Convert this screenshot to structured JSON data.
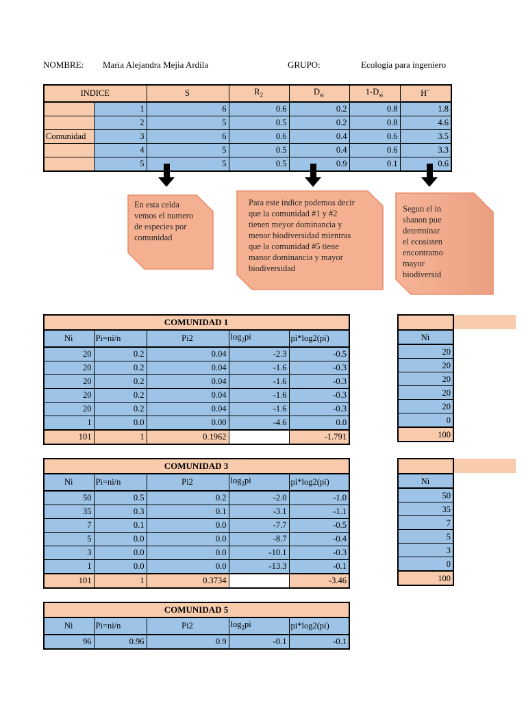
{
  "colors": {
    "peach": "#F8CBAD",
    "blue": "#9DC3E6",
    "callout_fill": "#F5B091",
    "callout_fill_dark": "#EC9F81",
    "callout_edge": "#E8906B",
    "arrow": "#000000"
  },
  "header": {
    "nombre_label": "NOMBRE:",
    "nombre_value": "Maria Alejandra Mejia Ardila",
    "grupo_label": "GRUPO:",
    "grupo_value": "Ecologia para ingeniero"
  },
  "indice": {
    "title": "INDICE",
    "cols": {
      "s": "S",
      "r_base": "R",
      "r_sub": "2",
      "d_base": "D",
      "d_sub": "si",
      "od_base": "1-D",
      "od_sub": "si",
      "h": "H´"
    },
    "row_label": "Comunidad",
    "rows": [
      {
        "n": "1",
        "s": "6",
        "r": "0.6",
        "d": "0.2",
        "od": "0.8",
        "h": "1.8"
      },
      {
        "n": "2",
        "s": "5",
        "r": "0.5",
        "d": "0.2",
        "od": "0.8",
        "h": "4.6"
      },
      {
        "n": "3",
        "s": "6",
        "r": "0.6",
        "d": "0.4",
        "od": "0.6",
        "h": "3.5"
      },
      {
        "n": "4",
        "s": "5",
        "r": "0.5",
        "d": "0.4",
        "od": "0.6",
        "h": "3.3"
      },
      {
        "n": "5",
        "s": "5",
        "r": "0.5",
        "d": "0.9",
        "od": "0.1",
        "h": "0.6"
      }
    ]
  },
  "callouts": [
    {
      "lines": [
        "En esta celda",
        "vemos el numero",
        "de especies por",
        "comunidad"
      ]
    },
    {
      "lines": [
        "Para este indice podemos decir",
        "que la comunidad #1 y #2",
        "tienen meyor dominancia y",
        "menor biodiversidad mientras",
        "que la comunidad #5 tiene",
        "manor dominancia y mayor",
        "biodiversidad"
      ]
    },
    {
      "lines": [
        "Segun el in",
        "shanon pue",
        "determinar",
        "el ecosisten",
        "encontramo",
        "mayor",
        "biodiversid"
      ]
    }
  ],
  "com_headers": {
    "ni": "Ni",
    "pi": "Pi=ni/n",
    "pi2": "Pi2",
    "log_base": "log",
    "log_sub": "2",
    "log_tail": "pi",
    "pilog": "pi*log2(pi)"
  },
  "com1": {
    "title": "COMUNIDAD 1",
    "rows": [
      [
        "20",
        "0.2",
        "0.04",
        "-2.3",
        "-0.5"
      ],
      [
        "20",
        "0.2",
        "0.04",
        "-1.6",
        "-0.3"
      ],
      [
        "20",
        "0.2",
        "0.04",
        "-1.6",
        "-0.3"
      ],
      [
        "20",
        "0.2",
        "0.04",
        "-1.6",
        "-0.3"
      ],
      [
        "20",
        "0.2",
        "0.04",
        "-1.6",
        "-0.3"
      ],
      [
        "1",
        "0.0",
        "0.00",
        "-4.6",
        "0.0"
      ]
    ],
    "total": [
      "101",
      "1",
      "0.1962",
      "",
      "-1.791"
    ]
  },
  "com3": {
    "title": "COMUNIDAD 3",
    "rows": [
      [
        "50",
        "0.5",
        "0.2",
        "-2.0",
        "-1.0"
      ],
      [
        "35",
        "0.3",
        "0.1",
        "-3.1",
        "-1.1"
      ],
      [
        "7",
        "0.1",
        "0.0",
        "-7.7",
        "-0.5"
      ],
      [
        "5",
        "0.0",
        "0.0",
        "-8.7",
        "-0.4"
      ],
      [
        "3",
        "0.0",
        "0.0",
        "-10.1",
        "-0.3"
      ],
      [
        "1",
        "0.0",
        "0.0",
        "-13.3",
        "-0.1"
      ]
    ],
    "total": [
      "101",
      "1",
      "0.3734",
      "",
      "-3.46"
    ]
  },
  "com5": {
    "title": "COMUNIDAD 5",
    "rows": [
      [
        "96",
        "0.96",
        "0.9",
        "-0.1",
        "-0.1"
      ]
    ]
  },
  "side1": {
    "header": "Ni",
    "values": [
      "20",
      "20",
      "20",
      "20",
      "20",
      "0"
    ],
    "total": "100"
  },
  "side2": {
    "header": "Ni",
    "values": [
      "50",
      "35",
      "7",
      "5",
      "3",
      "0"
    ],
    "total": "100"
  }
}
